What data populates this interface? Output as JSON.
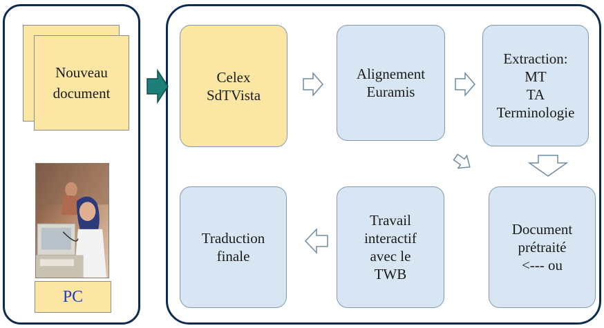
{
  "colors": {
    "panel_border": "#0d2a4f",
    "box_blue": "#d7e6f2",
    "box_yellow": "#fbe7a3",
    "arrow_teal": "#1d7f78",
    "pc_text": "#1f3fbf"
  },
  "left": {
    "document_label": "Nouveau\ndocument",
    "photo_icon": "person-at-computer-photo",
    "pc_label": "PC"
  },
  "flow": {
    "celex": "Celex\nSdTVista",
    "alignement": "Alignement\nEuramis",
    "extraction": "Extraction:\nMT\nTA\nTerminologie",
    "document": "Document\nprétraité\n<--- ou",
    "travail": "Travail\ninteractif\navec le\nTWB",
    "traduction": "Traduction\nfinale"
  }
}
